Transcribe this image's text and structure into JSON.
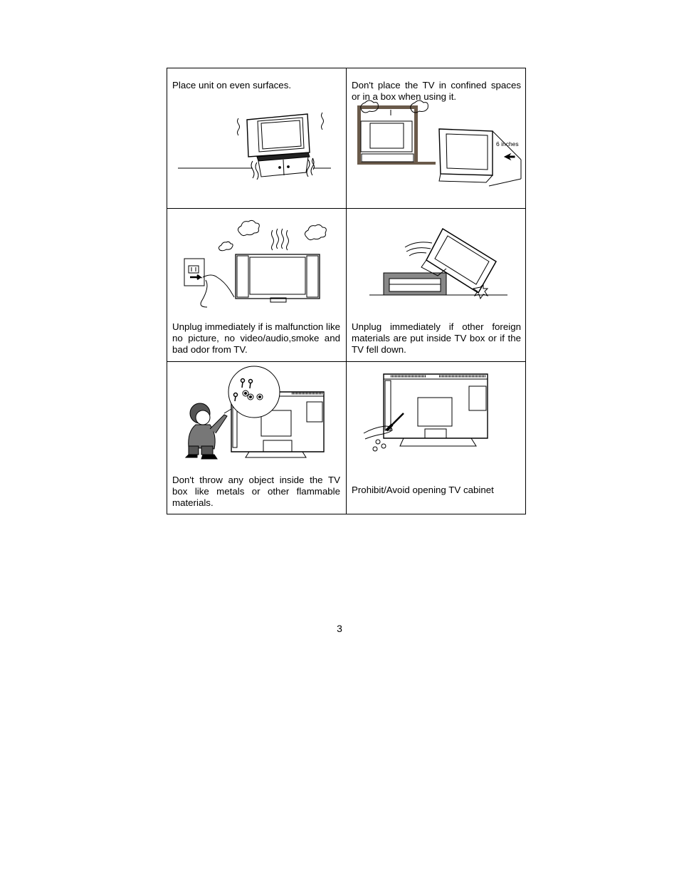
{
  "cells": {
    "c1": "Place unit on even surfaces.",
    "c2": "Don't place the TV in confined spaces or in a box when using it.",
    "c2_label": "6 inches",
    "c3": "Unplug immediately if is malfunction like no picture, no video/audio,smoke and bad odor from TV.",
    "c4": "Unplug immediately if other foreign materials are put inside TV box or if the TV fell down.",
    "c5": "Don't throw any object inside the TV box like metals or other flammable materials.",
    "c6": "Prohibit/Avoid opening TV cabinet"
  },
  "page_number": "3"
}
